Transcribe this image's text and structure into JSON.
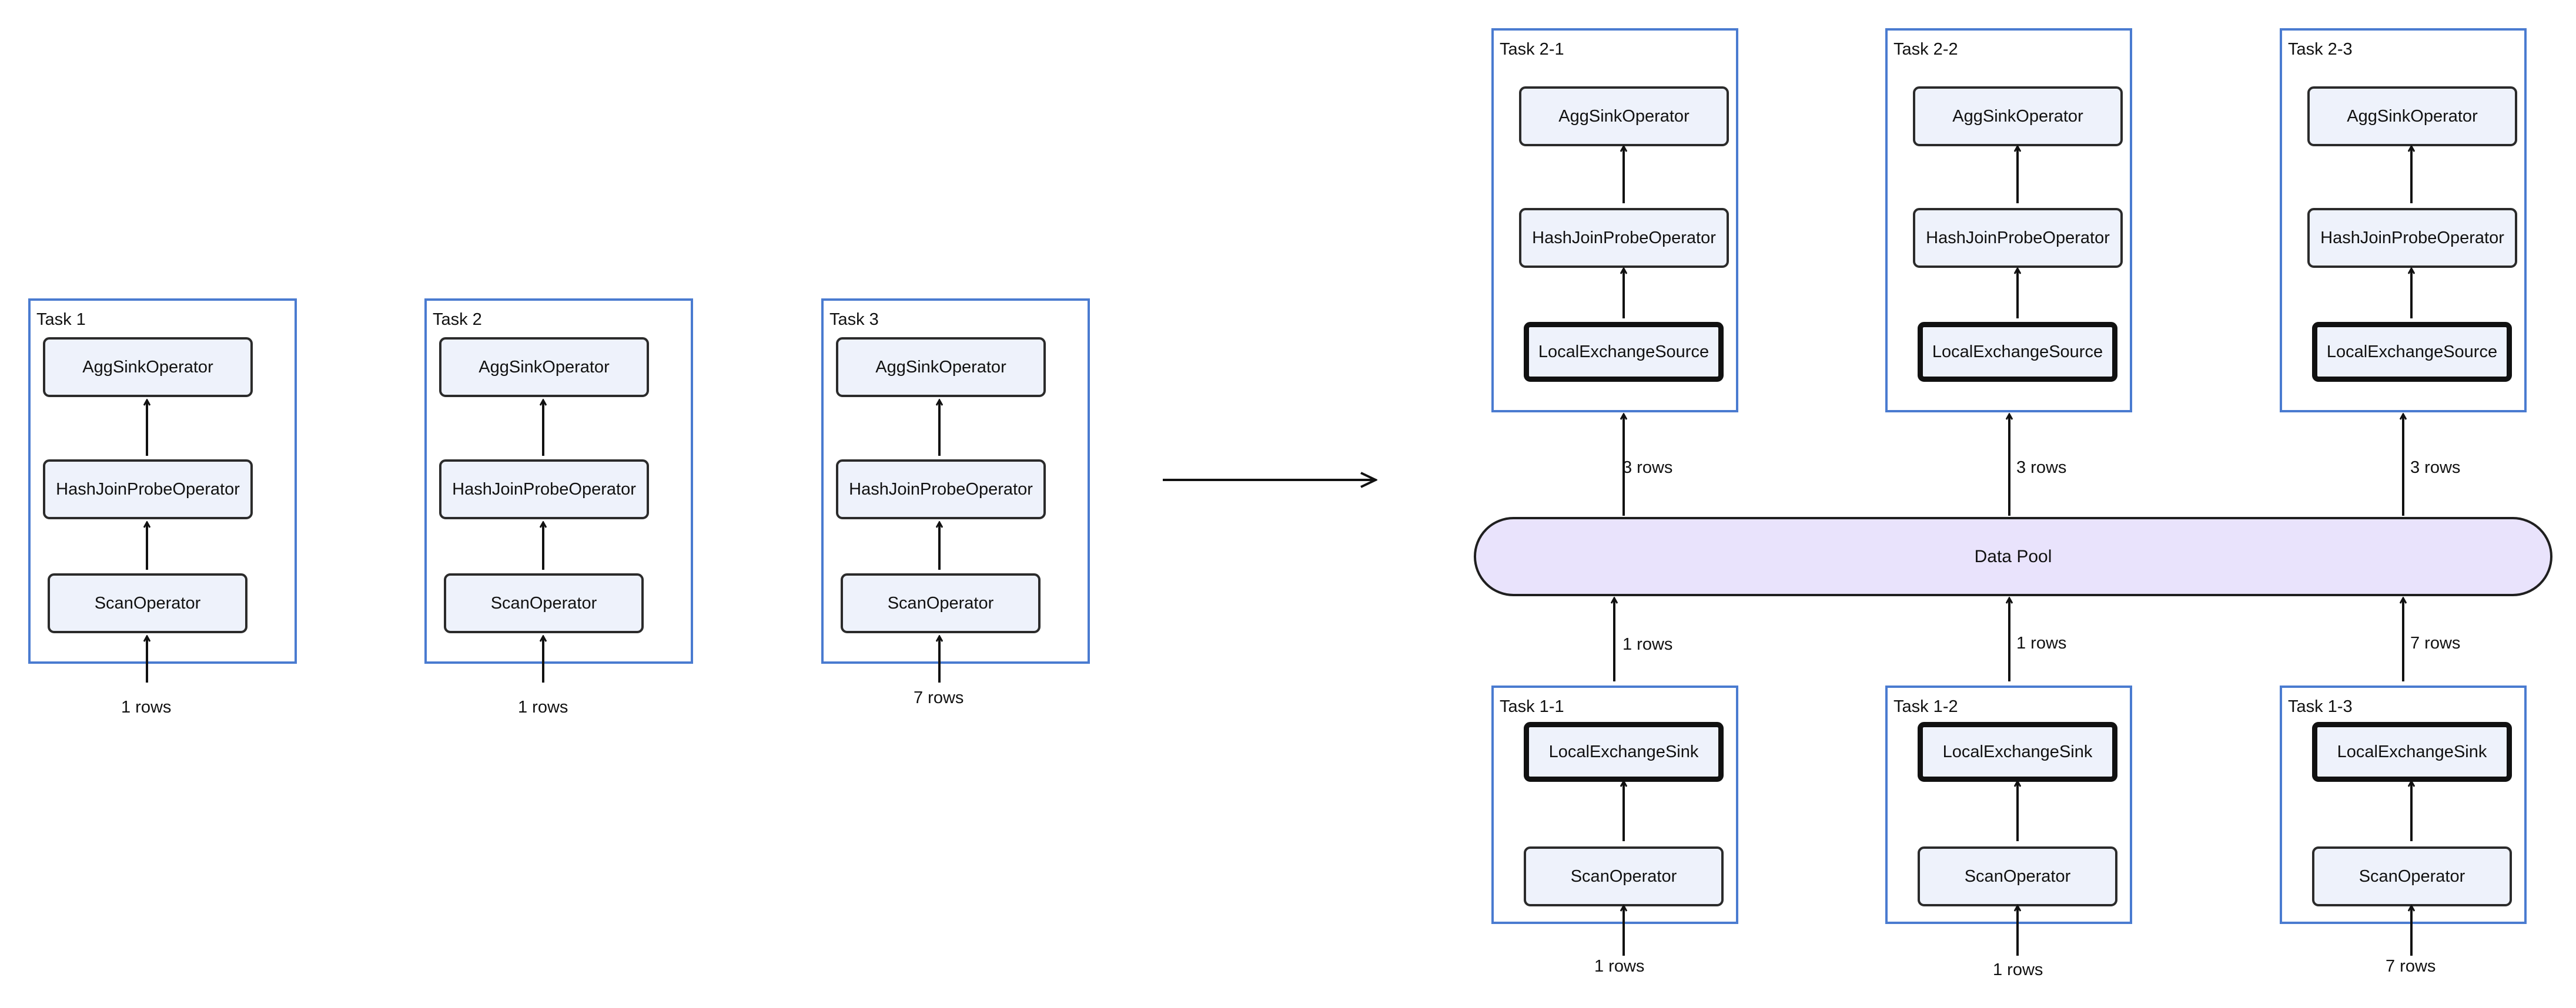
{
  "left_tasks": [
    {
      "title": "Task 1",
      "operators": [
        "AggSinkOperator",
        "HashJoinProbeOperator",
        "ScanOperator"
      ],
      "input_label": "1 rows"
    },
    {
      "title": "Task 2",
      "operators": [
        "AggSinkOperator",
        "HashJoinProbeOperator",
        "ScanOperator"
      ],
      "input_label": "1 rows"
    },
    {
      "title": "Task 3",
      "operators": [
        "AggSinkOperator",
        "HashJoinProbeOperator",
        "ScanOperator"
      ],
      "input_label": "7 rows"
    }
  ],
  "upper_tasks": [
    {
      "title": "Task 2-1",
      "operators": [
        "AggSinkOperator",
        "HashJoinProbeOperator",
        "LocalExchangeSource"
      ],
      "input_label": "3 rows"
    },
    {
      "title": "Task 2-2",
      "operators": [
        "AggSinkOperator",
        "HashJoinProbeOperator",
        "LocalExchangeSource"
      ],
      "input_label": "3 rows"
    },
    {
      "title": "Task 2-3",
      "operators": [
        "AggSinkOperator",
        "HashJoinProbeOperator",
        "LocalExchangeSource"
      ],
      "input_label": "3 rows"
    }
  ],
  "data_pool": {
    "label": "Data Pool"
  },
  "lower_tasks": [
    {
      "title": "Task 1-1",
      "operators": [
        "LocalExchangeSink",
        "ScanOperator"
      ],
      "output_label": "1 rows",
      "input_label": "1 rows"
    },
    {
      "title": "Task 1-2",
      "operators": [
        "LocalExchangeSink",
        "ScanOperator"
      ],
      "output_label": "1 rows",
      "input_label": "1 rows"
    },
    {
      "title": "Task 1-3",
      "operators": [
        "LocalExchangeSink",
        "ScanOperator"
      ],
      "output_label": "7 rows",
      "input_label": "7 rows"
    }
  ],
  "colors": {
    "task_border": "#4a7bd0",
    "operator_fill": "#eef2fb",
    "pool_fill": "#e9e3fc",
    "stroke": "#111111"
  }
}
